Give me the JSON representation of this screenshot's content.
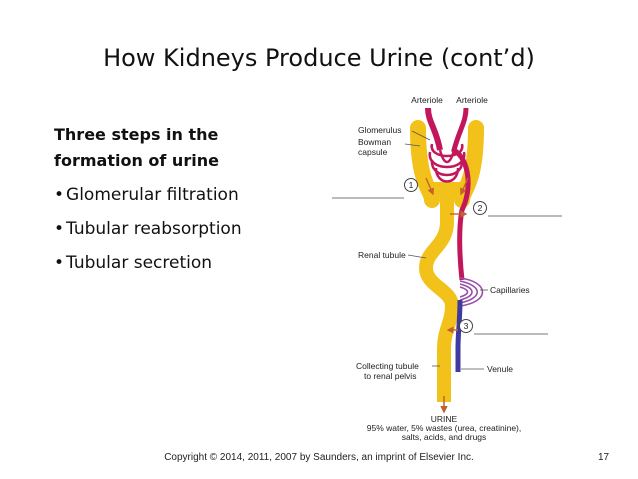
{
  "slide": {
    "title": "How Kidneys Produce Urine (cont’d)",
    "heading_line1": "Three steps in the",
    "heading_line2": "formation of urine",
    "bullets": [
      "Glomerular filtration",
      "Tubular reabsorption",
      "Tubular secretion"
    ],
    "footer": "Copyright © 2014, 2011, 2007 by Saunders, an imprint of Elsevier Inc.",
    "page_number": "17"
  },
  "diagram": {
    "labels": {
      "arteriole_left": "Arteriole",
      "arteriole_right": "Arteriole",
      "glomerulus": "Glomerulus",
      "bowman_1": "Bowman",
      "bowman_2": "capsule",
      "renal_tubule": "Renal tubule",
      "capillaries": "Capillaries",
      "collecting_1": "Collecting tubule",
      "collecting_2": "to renal pelvis",
      "venule": "Venule",
      "urine_title": "URINE",
      "urine_line1": "95% water, 5% wastes (urea, creatinine),",
      "urine_line2": "salts, acids, and drugs"
    },
    "steps": [
      "1",
      "2",
      "3"
    ],
    "colors": {
      "tubule": "#f2c21b",
      "artery": "#c2185b",
      "vein": "#3f3aa0",
      "arrow": "#c0622a"
    }
  }
}
